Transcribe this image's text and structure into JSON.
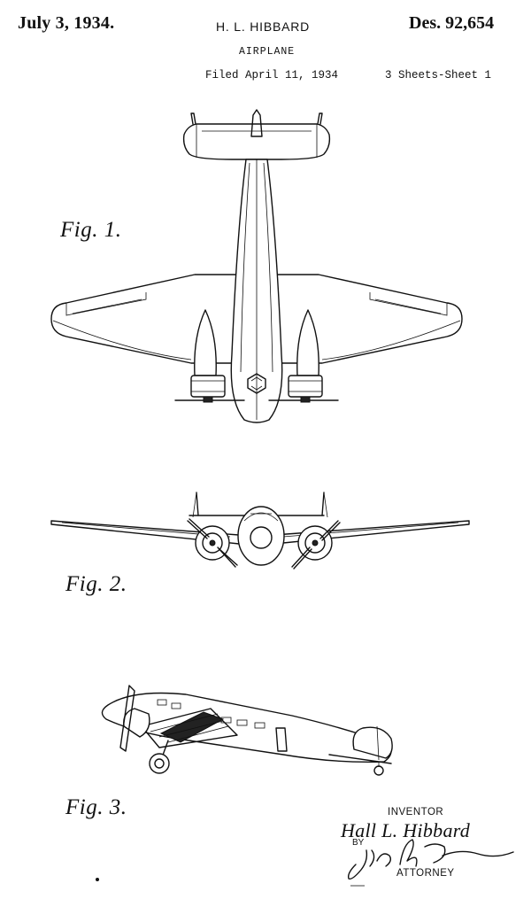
{
  "header": {
    "date": "July 3, 1934.",
    "inventor_name": "H. L. HIBBARD",
    "patent_number": "Des. 92,654",
    "title": "AIRPLANE",
    "filed": "Filed April 11, 1934",
    "sheets": "3 Sheets-Sheet 1"
  },
  "figures": [
    {
      "label": "Fig. 1.",
      "view": "top view"
    },
    {
      "label": "Fig. 2.",
      "view": "front view"
    },
    {
      "label": "Fig. 3.",
      "view": "perspective view"
    }
  ],
  "signature_block": {
    "inventor_label": "INVENTOR",
    "inventor_signature": "Hall L. Hibbard",
    "by_label": "BY",
    "attorney_signature": "John A. Sanborn",
    "attorney_label": "ATTORNEY"
  }
}
